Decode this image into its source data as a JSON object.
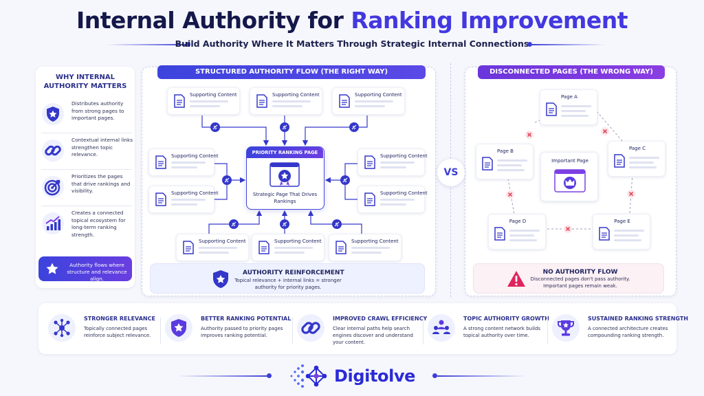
{
  "header": {
    "title_main": "Internal Authority for",
    "title_accent": "Ranking Improvement",
    "subtitle": "Build Authority Where It Matters Through Strategic Internal Connections"
  },
  "sidebar": {
    "title": "WHY INTERNAL AUTHORITY MATTERS",
    "items": [
      {
        "text": "Distributes authority from strong pages to important pages.",
        "icon": "shield-star-icon"
      },
      {
        "text": "Contextual internal links strengthen topic relevance.",
        "icon": "link-icon"
      },
      {
        "text": "Prioritizes the pages that drive rankings and visibility.",
        "icon": "target-icon"
      },
      {
        "text": "Creates a connected topical ecosystem for long-term ranking strength.",
        "icon": "growth-chart-icon"
      }
    ],
    "callout": "Authority flows where structure and relevance align."
  },
  "structured": {
    "title": "STRUCTURED AUTHORITY FLOW (THE RIGHT WAY)",
    "card_label": "Supporting Content",
    "priority_title": "PRIORITY RANKING PAGE",
    "priority_text": "Strategic Page That Drives Rankings",
    "reinforce_title": "AUTHORITY REINFORCEMENT",
    "reinforce_desc": "Topical relevance + internal links = stronger authority for priority pages."
  },
  "vs_label": "VS",
  "disconnected": {
    "title": "DISCONNECTED PAGES (THE WRONG WAY)",
    "pages": [
      "Page A",
      "Page B",
      "Page C",
      "Page D",
      "Page E"
    ],
    "important": "Important Page",
    "noflow_title": "NO AUTHORITY FLOW",
    "noflow_desc": "Disconnected pages don't pass authority. Important pages remain weak."
  },
  "benefits": [
    {
      "title": "STRONGER RELEVANCE",
      "desc": [
        "Topically connected pages",
        "reinforce subject relevance."
      ],
      "icon": "network-icon"
    },
    {
      "title": "BETTER RANKING POTENTIAL",
      "desc": [
        "Authority passed to priority pages",
        "improves ranking potential."
      ],
      "icon": "shield-star-icon"
    },
    {
      "title": "IMPROVED CRAWL EFFICIENCY",
      "desc": [
        "Clear internal paths help search",
        "engines discover and understand",
        "your content."
      ],
      "icon": "link-icon"
    },
    {
      "title": "TOPIC AUTHORITY GROWTH",
      "desc": [
        "A strong content network builds",
        "topical authority over time."
      ],
      "icon": "people-icon"
    },
    {
      "title": "SUSTAINED RANKING STRENGTH",
      "desc": [
        "A connected architecture creates",
        "compounding ranking strength."
      ],
      "icon": "trophy-icon"
    }
  ],
  "logo": {
    "text": "Digitolve",
    "icon": "digitolve-logo-icon"
  },
  "colors": {
    "primary": "#3c43dd",
    "accent": "#6a3ee0",
    "danger": "#e24b5e",
    "navy": "#14184a"
  }
}
